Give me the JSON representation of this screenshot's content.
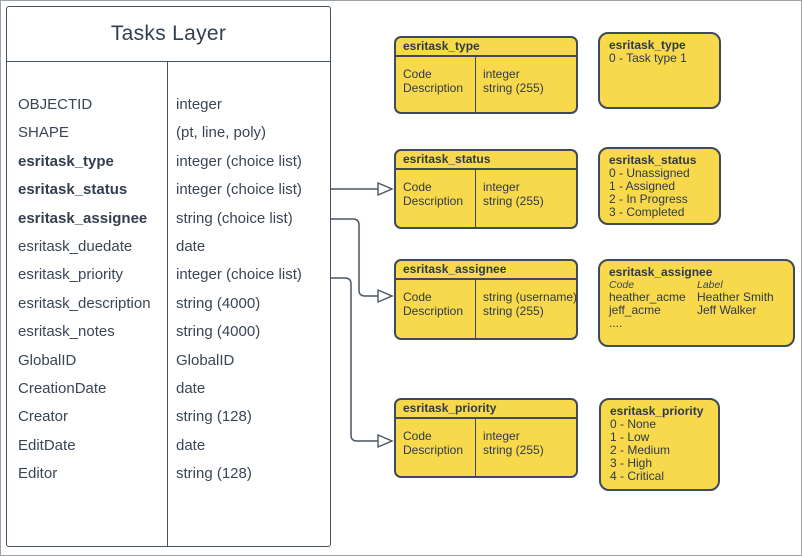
{
  "tasks_layer": {
    "title": "Tasks Layer",
    "fields": [
      {
        "name": "OBJECTID",
        "type": "integer",
        "bold": false
      },
      {
        "name": "SHAPE",
        "type": "(pt, line, poly)",
        "bold": false
      },
      {
        "name": "esritask_type",
        "type": "integer (choice list)",
        "bold": true
      },
      {
        "name": "esritask_status",
        "type": "integer (choice list)",
        "bold": true
      },
      {
        "name": "esritask_assignee",
        "type": "string (choice list)",
        "bold": true
      },
      {
        "name": "esritask_duedate",
        "type": "date",
        "bold": false
      },
      {
        "name": "esritask_priority",
        "type": "integer (choice list)",
        "bold": false
      },
      {
        "name": "esritask_description",
        "type": "string (4000)",
        "bold": false
      },
      {
        "name": "esritask_notes",
        "type": "string (4000)",
        "bold": false
      },
      {
        "name": "GlobalID",
        "type": "GlobalID",
        "bold": false
      },
      {
        "name": "CreationDate",
        "type": "date",
        "bold": false
      },
      {
        "name": "Creator",
        "type": "string (128)",
        "bold": false
      },
      {
        "name": "EditDate",
        "type": "date",
        "bold": false
      },
      {
        "name": "Editor",
        "type": "string (128)",
        "bold": false
      }
    ]
  },
  "domain_tables": [
    {
      "title": "esritask_type",
      "rows": [
        {
          "field": "Code",
          "type": "integer"
        },
        {
          "field": "Description",
          "type": "string (255)"
        }
      ]
    },
    {
      "title": "esritask_status",
      "rows": [
        {
          "field": "Code",
          "type": "integer"
        },
        {
          "field": "Description",
          "type": "string (255)"
        }
      ]
    },
    {
      "title": "esritask_assignee",
      "rows": [
        {
          "field": "Code",
          "type": "string (username)"
        },
        {
          "field": "Description",
          "type": "string (255)"
        }
      ]
    },
    {
      "title": "esritask_priority",
      "rows": [
        {
          "field": "Code",
          "type": "integer"
        },
        {
          "field": "Description",
          "type": "string (255)"
        }
      ]
    }
  ],
  "value_lists": [
    {
      "title": "esritask_type",
      "values": [
        "0 - Task type 1"
      ]
    },
    {
      "title": "esritask_status",
      "values": [
        "0 - Unassigned",
        "1 - Assigned",
        "2 - In Progress",
        "3 - Completed"
      ]
    },
    {
      "title": "esritask_assignee",
      "columns": [
        "Code",
        "Label"
      ],
      "rows": [
        [
          "heather_acme",
          "Heather Smith"
        ],
        [
          "jeff_acme",
          "Jeff Walker"
        ]
      ],
      "more": "...."
    },
    {
      "title": "esritask_priority",
      "values": [
        "0 - None",
        "1 - Low",
        "2 - Medium",
        "3 - High",
        "4 - Critical"
      ]
    }
  ],
  "colors": {
    "box_fill": "#F7D94B",
    "box_border": "#3E4A59",
    "table_border": "#45515F",
    "text": "#33404F",
    "connector": "#4A5663"
  }
}
